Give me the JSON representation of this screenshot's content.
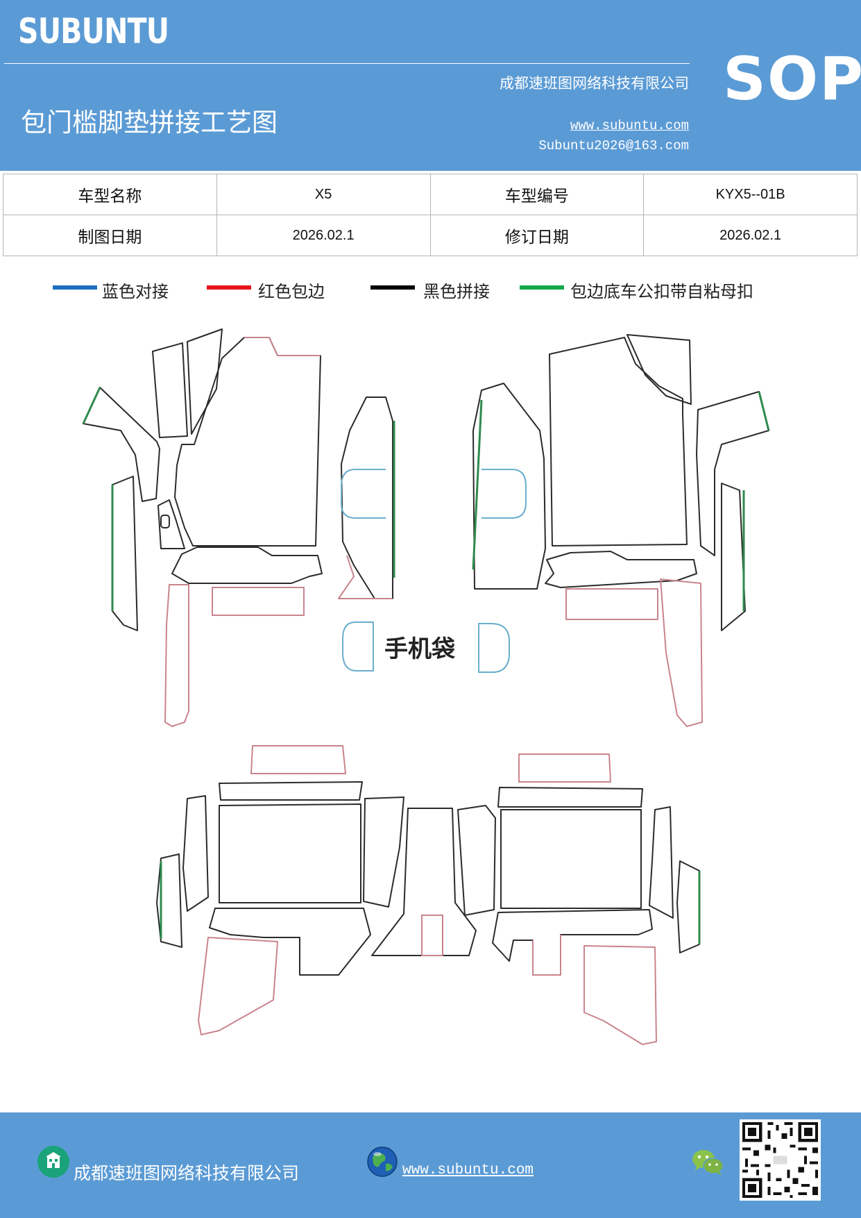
{
  "header": {
    "brand": "SUBUNTU",
    "company": "成都速班图网络科技有限公司",
    "title": "包门槛脚垫拼接工艺图",
    "website": "www.subuntu.com",
    "email": "Subuntu2026@163.com",
    "badge": "SOP",
    "background": "#5b9bd5"
  },
  "info_table": {
    "rows": [
      [
        {
          "label": "车型名称",
          "value": "X5"
        },
        {
          "label": "车型编号",
          "value": "KYX5--01B"
        }
      ],
      [
        {
          "label": "制图日期",
          "value": "2026.02.1"
        },
        {
          "label": "修订日期",
          "value": "2026.02.1"
        }
      ]
    ]
  },
  "legend": [
    {
      "label": "蓝色对接",
      "color": "#1f6fbf"
    },
    {
      "label": "红色包边",
      "color": "#e8141c"
    },
    {
      "label": "黑色拼接",
      "color": "#000000"
    },
    {
      "label": "包边底车公扣带自粘母扣",
      "color": "#12a84a"
    }
  ],
  "diagram": {
    "phone_pocket_label": "手机袋",
    "line_colors": {
      "black": "#2b2b2b",
      "red": "#c9848c",
      "green": "#2f8a4e",
      "blue": "#6aaecd"
    }
  },
  "footer": {
    "company": "成都速班图网络科技有限公司",
    "website": "www.subuntu.com",
    "icons": [
      "building-icon",
      "globe-icon",
      "wechat-icon",
      "qr-code"
    ]
  }
}
